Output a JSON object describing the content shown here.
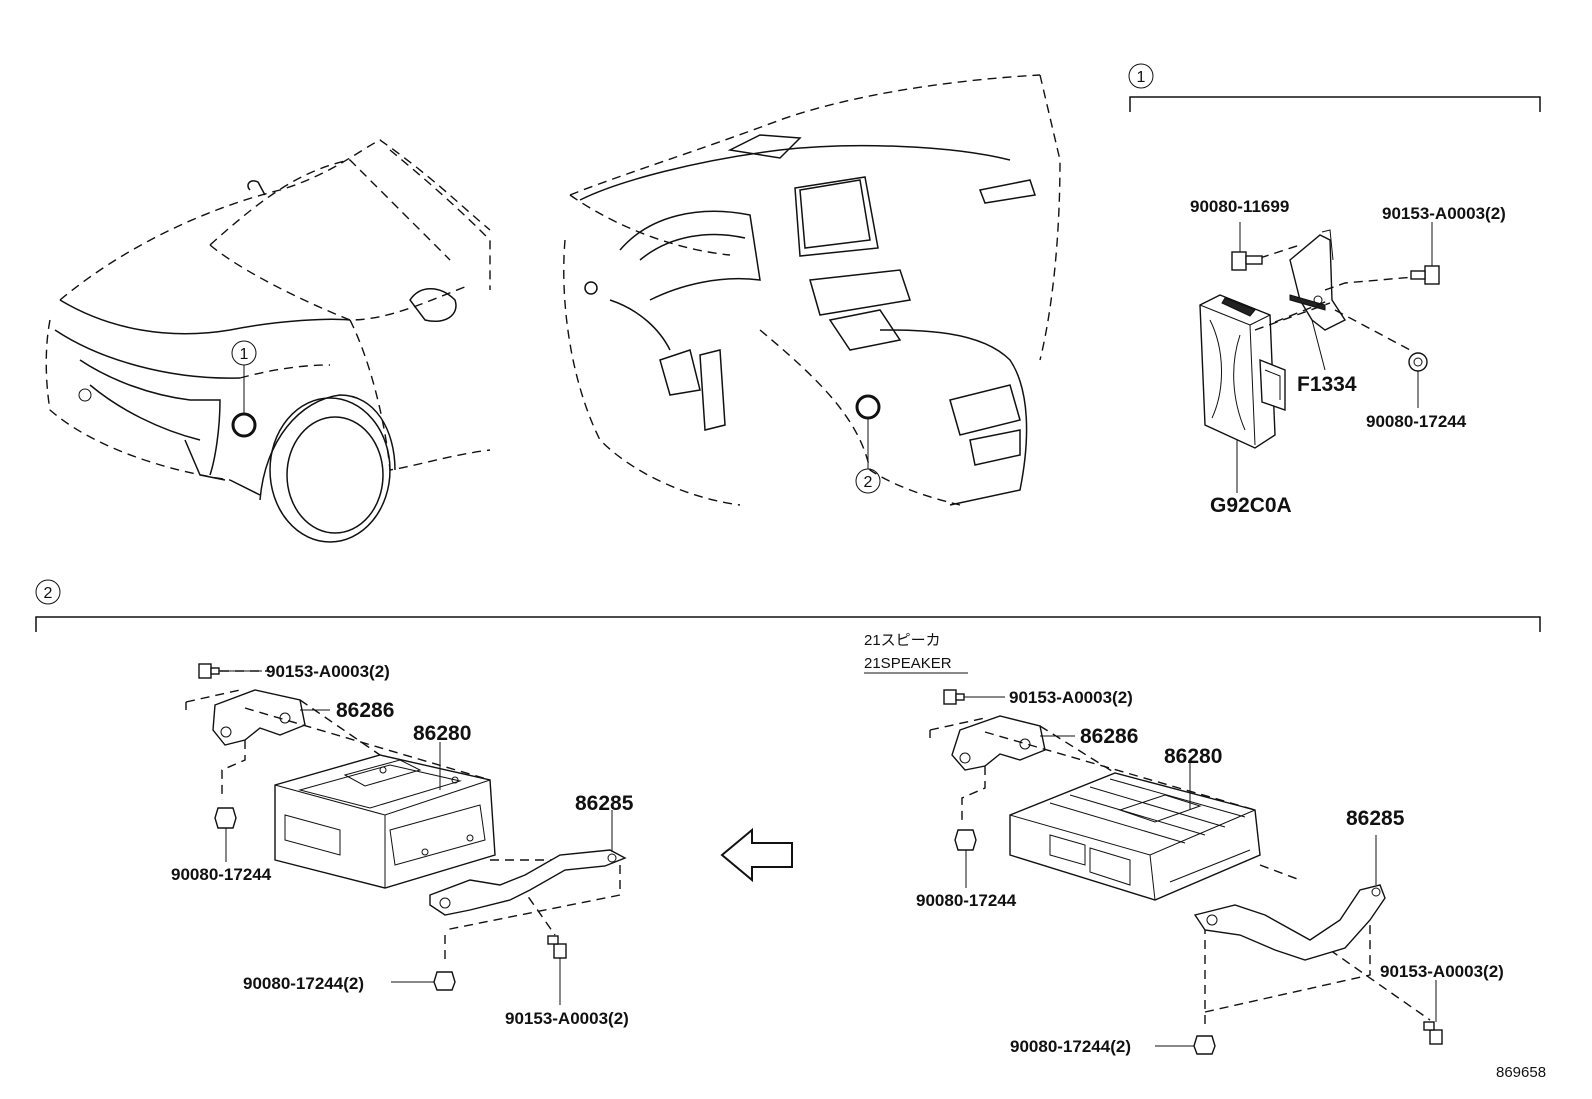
{
  "callouts": {
    "c1": "1",
    "c2": "2"
  },
  "section1": {
    "parts": {
      "bolt_top_left": "90080-11699",
      "bolt_top_right": "90153-A0003(2)",
      "nut_right": "90080-17244",
      "connector": "F1334",
      "module": "G92C0A"
    }
  },
  "section2": {
    "left": {
      "screw_top": "90153-A0003(2)",
      "bracket_top": "86286",
      "amplifier": "86280",
      "bracket_bottom": "86285",
      "nut_left": "90080-17244",
      "nut_bottom": "90080-17244(2)",
      "screw_bottom": "90153-A0003(2)"
    },
    "right": {
      "note_jp": "21スピーカ",
      "note_en": "21SPEAKER",
      "screw_top": "90153-A0003(2)",
      "bracket_top": "86286",
      "amplifier": "86280",
      "bracket_bottom": "86285",
      "nut_left": "90080-17244",
      "screw_right": "90153-A0003(2)",
      "nut_bottom": "90080-17244(2)"
    }
  },
  "diagram_id": "869658"
}
